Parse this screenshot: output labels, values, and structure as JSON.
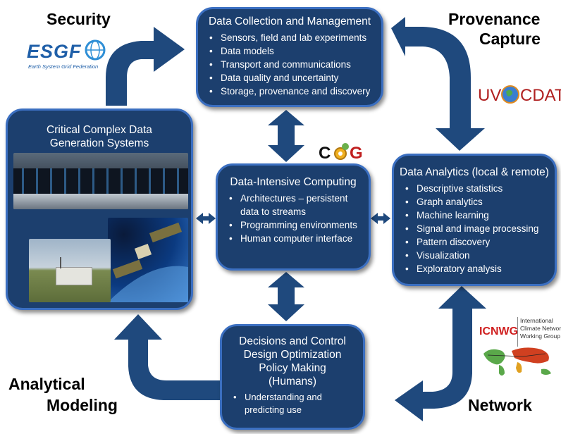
{
  "corners": {
    "security": "Security",
    "provenance_line1": "Provenance",
    "provenance_line2": "Capture",
    "analytical_line1": "Analytical",
    "analytical_line2": "Modeling",
    "network": "Network"
  },
  "logos": {
    "esgf_main": "ESGF",
    "esgf_sub": "Earth System Grid Federation",
    "uvcdat_left": "UV",
    "uvcdat_right": "CDAT",
    "cog_c": "C",
    "cog_g": "G",
    "icnwg_name": "ICNWG",
    "icnwg_line1": "International",
    "icnwg_line2": "Climate Network",
    "icnwg_line3": "Working Group"
  },
  "boxes": {
    "collection": {
      "title": "Data Collection and Management",
      "items": [
        "Sensors, field and lab experiments",
        "Data models",
        "Transport and communications",
        "Data quality and uncertainty",
        "Storage, provenance and discovery"
      ]
    },
    "critical": {
      "title_line1": "Critical Complex Data",
      "title_line2": "Generation Systems"
    },
    "computing": {
      "title": "Data-Intensive Computing",
      "items": [
        "Architectures – persistent data to streams",
        "Programming environments",
        "Human computer interface"
      ]
    },
    "analytics": {
      "title": "Data Analytics (local & remote)",
      "items": [
        "Descriptive statistics",
        "Graph analytics",
        "Machine learning",
        "Signal and image processing",
        "Pattern discovery",
        "Visualization",
        "Exploratory analysis"
      ]
    },
    "decisions": {
      "title_line1": "Decisions and Control",
      "title_line2": "Design Optimization",
      "title_line3": "Policy Making",
      "title_line4": "(Humans)",
      "items": [
        "Understanding and predicting use"
      ]
    }
  },
  "colors": {
    "box_fill": "#1c3f6e",
    "box_border": "#3b6fc1",
    "arrow_fill": "#1f497d"
  }
}
